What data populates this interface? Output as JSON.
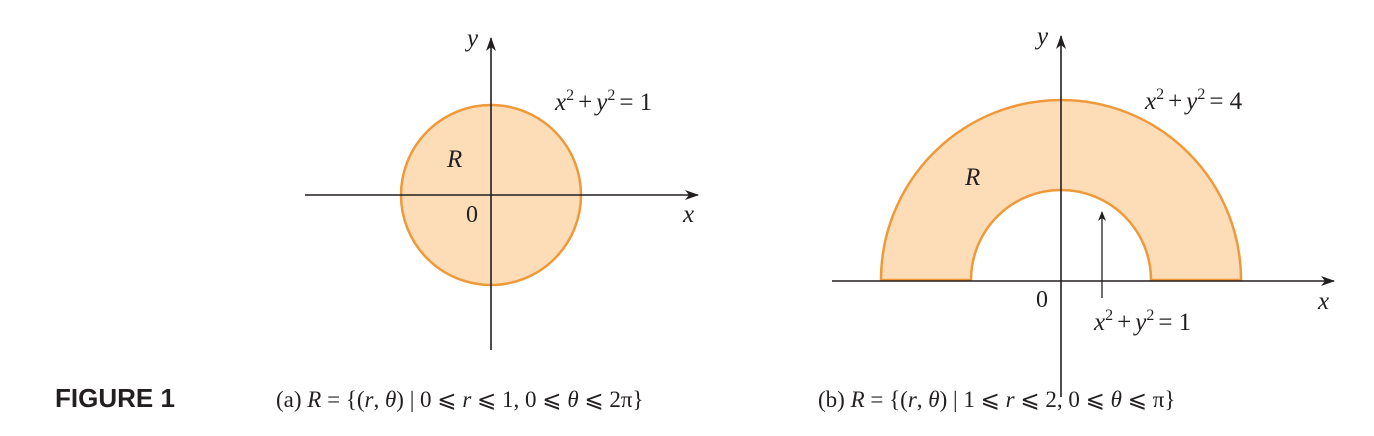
{
  "figure_label": "FIGURE 1",
  "colors": {
    "region_fill": "#fddcb8",
    "region_stroke": "#ee9a3a",
    "axis": "#231f20"
  },
  "panel_a": {
    "y_axis_label": "y",
    "x_axis_label": "x",
    "origin_label": "0",
    "region_label": "R",
    "circle_label": {
      "lhs_x": "x",
      "exp_x": "2",
      "plus": "+",
      "lhs_y": "y",
      "exp_y": "2",
      "rhs": "= 1"
    },
    "caption": {
      "prefix": "(a)",
      "R": "R",
      "eq_open": "= {(",
      "r": "r",
      "comma": ",",
      "theta": "θ",
      "bar": ") | 0 ⩽",
      "r2": "r",
      "mid": "⩽ 1, 0 ⩽",
      "theta2": "θ",
      "tail": "⩽ 2π}"
    }
  },
  "panel_b": {
    "y_axis_label": "y",
    "x_axis_label": "x",
    "origin_label": "0",
    "region_label": "R",
    "outer_label": {
      "lhs_x": "x",
      "exp_x": "2",
      "plus": "+",
      "lhs_y": "y",
      "exp_y": "2",
      "rhs": "= 4"
    },
    "inner_label": {
      "lhs_x": "x",
      "exp_x": "2",
      "plus": "+",
      "lhs_y": "y",
      "exp_y": "2",
      "rhs": "= 1"
    },
    "caption": {
      "prefix": "(b)",
      "R": "R",
      "eq_open": "= {(",
      "r": "r",
      "comma": ",",
      "theta": "θ",
      "bar": ") | 1 ⩽",
      "r2": "r",
      "mid": "⩽ 2, 0 ⩽",
      "theta2": "θ",
      "tail": "⩽ π}"
    }
  }
}
